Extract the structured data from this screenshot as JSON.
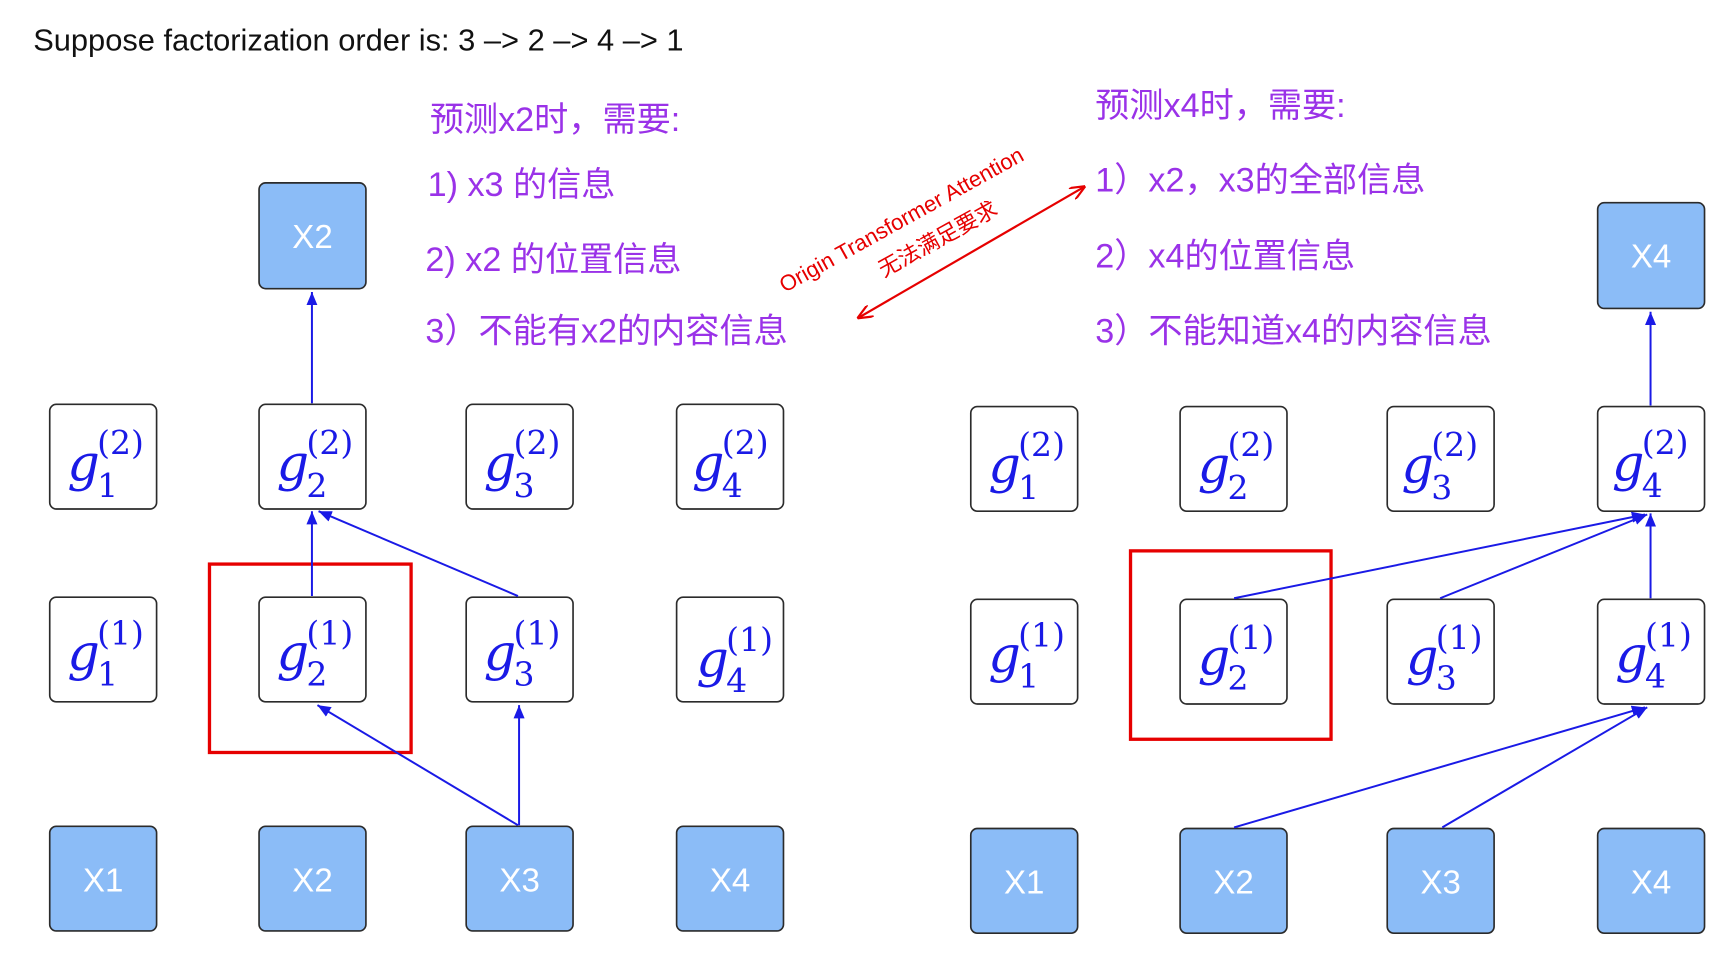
{
  "title": "Suppose factorization order is:  3 –> 2 –> 4 –> 1",
  "colors": {
    "annotation": "#9a32e8",
    "math": "#1a1ae6",
    "arrow": "#1a1ae6",
    "highlight": "#e60000",
    "input_fill": "#8bbcf7"
  },
  "left": {
    "annotation": {
      "heading": "预测x2时，需要:",
      "items": [
        "1) x3  的信息",
        "2) x2  的位置信息",
        "3）不能有x2的内容信息"
      ]
    },
    "target_label": "X2",
    "layer2": [
      {
        "base": "g",
        "sub": "1",
        "sup": "(2)"
      },
      {
        "base": "g",
        "sub": "2",
        "sup": "(2)"
      },
      {
        "base": "g",
        "sub": "3",
        "sup": "(2)"
      },
      {
        "base": "g",
        "sub": "4",
        "sup": "(2)"
      }
    ],
    "layer1": [
      {
        "base": "g",
        "sub": "1",
        "sup": "(1)"
      },
      {
        "base": "g",
        "sub": "2",
        "sup": "(1)"
      },
      {
        "base": "g",
        "sub": "3",
        "sup": "(1)"
      },
      {
        "base": "g",
        "sub": "4",
        "sup": "(1)"
      }
    ],
    "inputs": [
      "X1",
      "X2",
      "X3",
      "X4"
    ]
  },
  "right": {
    "annotation": {
      "heading": "预测x4时，需要:",
      "items": [
        "1）x2，x3的全部信息",
        "2）x4的位置信息",
        "3）不能知道x4的内容信息"
      ]
    },
    "target_label": "X4",
    "layer2": [
      {
        "base": "g",
        "sub": "1",
        "sup": "(2)"
      },
      {
        "base": "g",
        "sub": "2",
        "sup": "(2)"
      },
      {
        "base": "g",
        "sub": "3",
        "sup": "(2)"
      },
      {
        "base": "g",
        "sub": "4",
        "sup": "(2)"
      }
    ],
    "layer1": [
      {
        "base": "g",
        "sub": "1",
        "sup": "(1)"
      },
      {
        "base": "g",
        "sub": "2",
        "sup": "(1)"
      },
      {
        "base": "g",
        "sub": "3",
        "sup": "(1)"
      },
      {
        "base": "g",
        "sub": "4",
        "sup": "(1)"
      }
    ],
    "inputs": [
      "X1",
      "X2",
      "X3",
      "X4"
    ]
  },
  "comparison": {
    "line1": "Origin Transformer Attention",
    "line2": "无法满足要求"
  }
}
